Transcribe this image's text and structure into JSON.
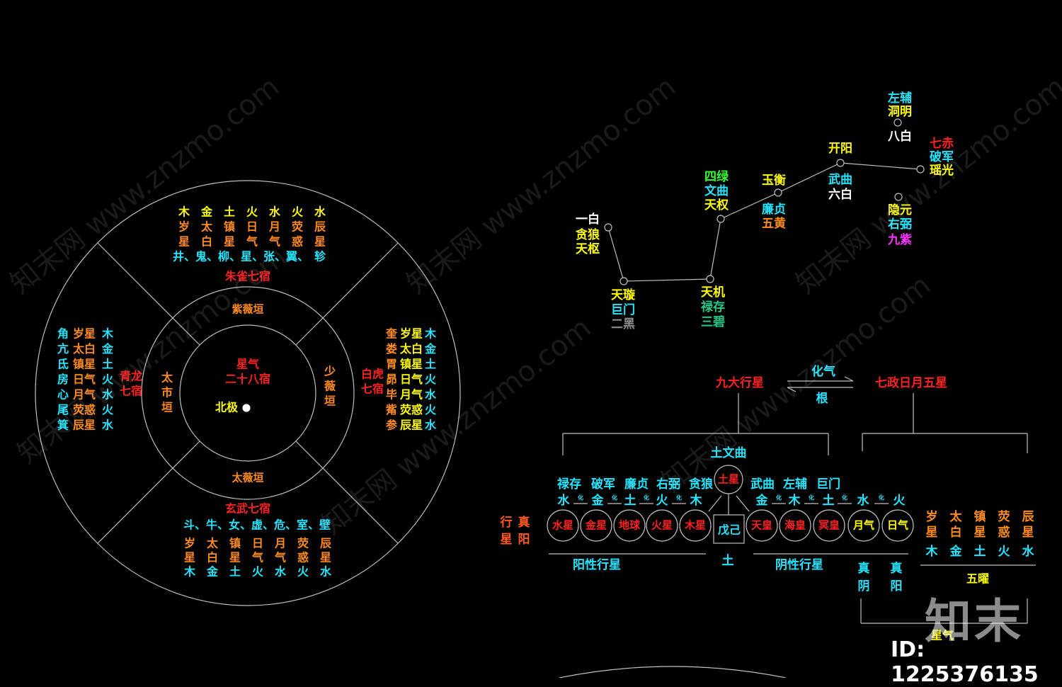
{
  "colors": {
    "background": "#000000",
    "line": "#bfbfbf",
    "red": "#ff2020",
    "cyan": "#22e6ff",
    "orange": "#ff8c1a",
    "yellow": "#ffff00",
    "white": "#ffffff",
    "green": "#33ff33",
    "teal": "#22c98a",
    "magenta": "#ff33ff",
    "gray": "#8c8c8c",
    "orangered": "#ff5a1f"
  },
  "watermark": {
    "site": "知末网 www.znzmo.com",
    "logo": "知末",
    "id_label": "ID: 1225376135"
  },
  "wheel": {
    "center_title": "星气",
    "center_sub": "二十八宿",
    "north_pole": "北极",
    "ring_top": "紫薇垣",
    "ring_bottom": "太薇垣",
    "ring_left": [
      "太",
      "市",
      "垣"
    ],
    "ring_right": [
      "少",
      "薇",
      "垣"
    ],
    "south": {
      "name": "朱雀七宿",
      "columns": [
        [
          "木",
          "岁",
          "星",
          "井、"
        ],
        [
          "金",
          "太",
          "白",
          "鬼、"
        ],
        [
          "土",
          "镇",
          "星",
          "柳、"
        ],
        [
          "火",
          "日",
          "气",
          "星、"
        ],
        [
          "水",
          "月",
          "气",
          "张、"
        ],
        [
          "火",
          "荧",
          "惑",
          "翼、"
        ],
        [
          "水",
          "辰",
          "星",
          "轸"
        ]
      ]
    },
    "north": {
      "name": "玄武七宿",
      "mansions": "斗、牛、女、虚、危、室、壁",
      "columns": [
        [
          "岁",
          "星",
          "木"
        ],
        [
          "太",
          "白",
          "金"
        ],
        [
          "镇",
          "星",
          "土"
        ],
        [
          "日",
          "气",
          "火"
        ],
        [
          "月",
          "气",
          "水"
        ],
        [
          "荧",
          "惑",
          "火"
        ],
        [
          "辰",
          "星",
          "水"
        ]
      ]
    },
    "east": {
      "name": [
        "青龙",
        "七宿"
      ],
      "mansions": [
        "角",
        "亢",
        "氐",
        "房",
        "心",
        "尾",
        "箕"
      ],
      "stars": [
        "岁星",
        "太白",
        "镇星",
        "日气",
        "月气",
        "荧惑",
        "辰星"
      ],
      "elements": [
        "木",
        "金",
        "土",
        "火",
        "水",
        "火",
        "水"
      ]
    },
    "west": {
      "name": [
        "白虎",
        "七宿"
      ],
      "mansions": [
        "奎",
        "娄",
        "胃",
        "昴",
        "毕",
        "觜",
        "参"
      ],
      "stars": [
        "岁星",
        "太白",
        "镇星",
        "日气",
        "月气",
        "荧惑",
        "辰星"
      ],
      "elements": [
        "木",
        "金",
        "土",
        "火",
        "水",
        "火",
        "水"
      ]
    }
  },
  "dipper": {
    "stars": [
      {
        "lines": [
          "一白",
          "贪狼",
          "天枢"
        ]
      },
      {
        "lines": [
          "天璇",
          "巨门",
          "二黑"
        ]
      },
      {
        "lines": [
          "天机",
          "禄存",
          "三碧"
        ]
      },
      {
        "lines": [
          "四绿",
          "文曲",
          "天权"
        ]
      },
      {
        "lines": [
          "玉衡",
          "廉贞",
          "五黄"
        ]
      },
      {
        "lines": [
          "开阳",
          "武曲",
          "六白"
        ]
      },
      {
        "lines": [
          "七赤",
          "破军",
          "瑶光"
        ]
      },
      {
        "lines": [
          "隐元",
          "右弼",
          "九紫"
        ]
      },
      {
        "lines": [
          "左辅",
          "洞明",
          "八白"
        ]
      }
    ]
  },
  "planets": {
    "nine_title": "九大行星",
    "seven_title": "七政日月五星",
    "arrow_top": "化气",
    "arrow_bottom": "根",
    "earth_wenqu": "土文曲",
    "saturn": "土星",
    "wuji": "戊己",
    "tu_bottom": "土",
    "label_xing": "行",
    "label_xing2": "星",
    "label_zhen": "真",
    "label_yang": "阳",
    "yang_group": "阳性行星",
    "yin_group": "阴性行星",
    "zhen_yin": [
      "真",
      "阴"
    ],
    "zhen_yang": [
      "真",
      "阳"
    ],
    "nine_stars": [
      "禄存",
      "破军",
      "廉贞",
      "右弼",
      "贪狼",
      "武曲",
      "左辅",
      "巨门"
    ],
    "elements": [
      "水",
      "金",
      "土",
      "火",
      "木",
      "金",
      "木",
      "土",
      "水",
      "火"
    ],
    "arrow_tag": "化",
    "circles": [
      "水星",
      "金星",
      "地球",
      "火星",
      "木星",
      "天皇",
      "海皇",
      "冥皇",
      "月气",
      "日气"
    ],
    "five_names": [
      [
        "岁",
        "星"
      ],
      [
        "太",
        "白"
      ],
      [
        "镇",
        "星"
      ],
      [
        "荧",
        "惑"
      ],
      [
        "辰",
        "星"
      ]
    ],
    "five_elements": [
      "木",
      "金",
      "土",
      "火",
      "水"
    ],
    "wuyao": "五曜",
    "xingqi": "星气"
  }
}
